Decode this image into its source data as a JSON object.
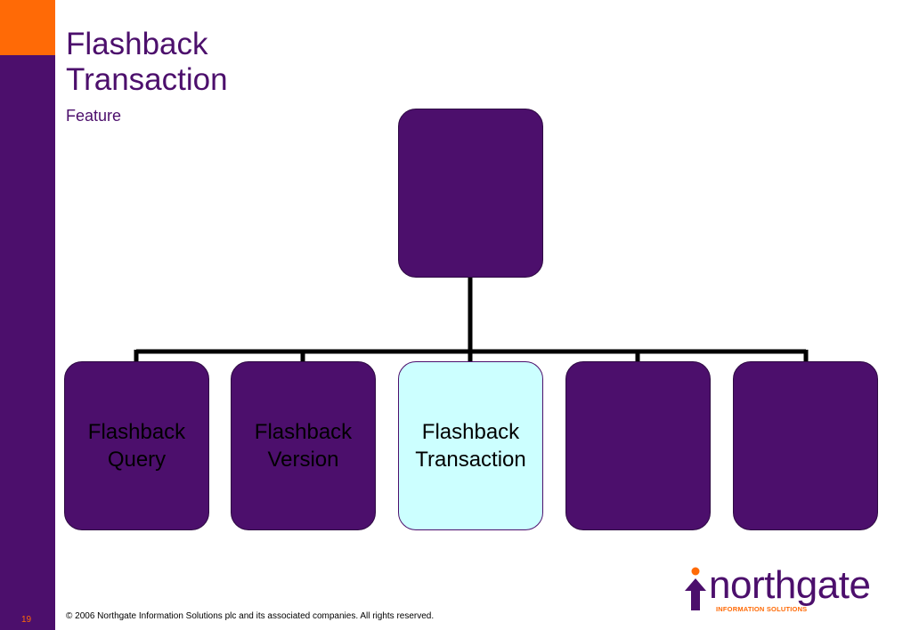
{
  "slide": {
    "title": "Flashback Transaction",
    "subtitle": "Feature",
    "number": "19",
    "copyright": "© 2006 Northgate Information Solutions plc and its associated companies.  All rights reserved."
  },
  "diagram": {
    "type": "org-chart",
    "root": {
      "label": ""
    },
    "children": [
      {
        "label": "Flashback\nQuery",
        "highlighted": false
      },
      {
        "label": "Flashback\nVersion",
        "highlighted": false
      },
      {
        "label": "Flashback\nTransaction",
        "highlighted": true
      },
      {
        "label": "",
        "highlighted": false
      },
      {
        "label": "",
        "highlighted": false
      }
    ]
  },
  "logo": {
    "wordmark": "northgate",
    "tagline": "INFORMATION SOLUTIONS",
    "icon": "upward-arrow-person-icon"
  },
  "colors": {
    "primary": "#4c0f6c",
    "accent": "#ff6a06",
    "highlight": "#ccffff",
    "connector": "#000000"
  }
}
